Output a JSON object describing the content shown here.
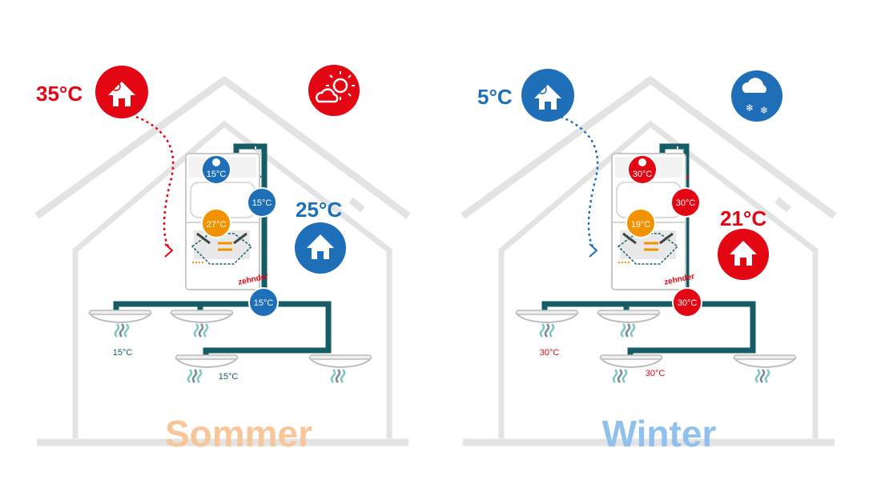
{
  "colors": {
    "red": "#e30613",
    "blue": "#1e6fb8",
    "orange": "#f39200",
    "pipe": "#165c64",
    "house": "#e3e3e3",
    "summer_caption": "#f7c699",
    "winter_caption": "#8fc1ec",
    "teal_wave": "#7ec8c2"
  },
  "summer": {
    "caption": "Sommer",
    "outdoor_temp": "35°C",
    "indoor_temp": "25°C",
    "supply_temp": "15°C",
    "heat_exchanger_temp": "27°C",
    "pipe_temp_top": "15°C",
    "pipe_temp_bottom": "15°C",
    "outlet_temp_left": "15°C",
    "outlet_temp_right": "15°C",
    "icons": [
      "outdoor-house-icon",
      "sun-cloud-icon",
      "home-icon"
    ]
  },
  "winter": {
    "caption": "Winter",
    "outdoor_temp": "5°C",
    "indoor_temp": "21°C",
    "supply_temp": "30°C",
    "heat_exchanger_temp": "19°C",
    "pipe_temp_top": "30°C",
    "pipe_temp_bottom": "30°C",
    "outlet_temp_left": "30°C",
    "outlet_temp_right": "30°C",
    "icons": [
      "outdoor-house-icon",
      "snow-cloud-icon",
      "home-icon"
    ]
  },
  "brand": "zehnder"
}
